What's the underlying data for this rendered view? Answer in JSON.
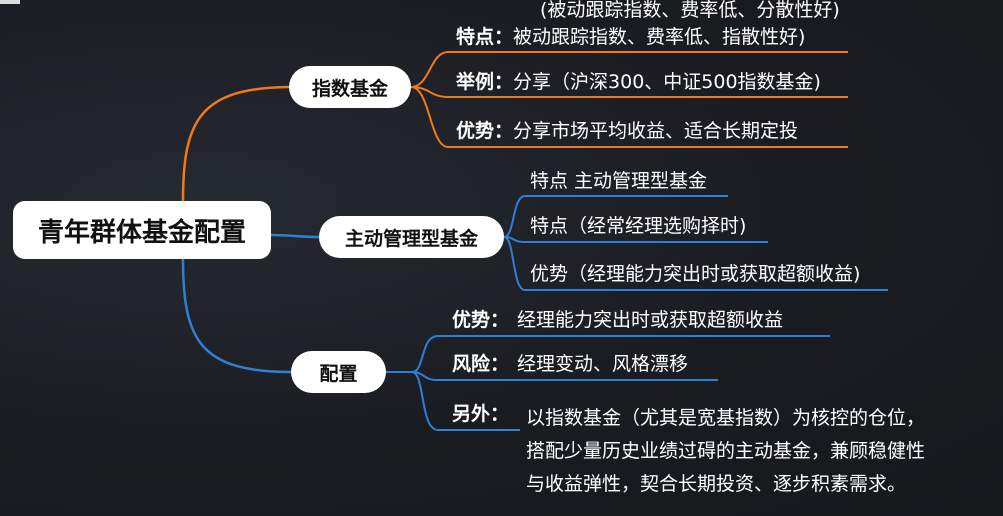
{
  "root": {
    "label": "青年群体基金配置"
  },
  "index_fund": {
    "label": "指数基金",
    "header_note": "(被动跟踪指数、费率低、分散性好)",
    "items": [
      {
        "key": "特点：",
        "text": "被动跟踪指数、费率低、指散性好)"
      },
      {
        "key": "举例：",
        "text": "分享（沪深300、中证500指数基金)"
      },
      {
        "key": "优势：",
        "text": "分享市场平均收益、适合长期定投"
      }
    ],
    "color": "#f07a1a"
  },
  "active_fund": {
    "label": "主动管理型基金",
    "items": [
      {
        "text": "特点  主动管理型基金"
      },
      {
        "text": "特点（经常经理选购择时)"
      },
      {
        "text": "优势（经理能力突出时或获取超额收益)"
      }
    ],
    "color": "#2f7fd6"
  },
  "config": {
    "label": "配置",
    "items": [
      {
        "key": "优势：",
        "lines": [
          "经理能力突出时或获取超额收益"
        ]
      },
      {
        "key": "风险：",
        "lines": [
          "经理变动、风格漂移"
        ]
      },
      {
        "key": "另外：",
        "lines": [
          "以指数基金（尤其是宽基指数）为核控的仓位，",
          "搭配少量历史业绩过碍的主动基金，兼顾稳健性",
          "与收益弹性，契合长期投资、逐步积素需求。"
        ]
      }
    ],
    "color": "#2f7fd6"
  }
}
